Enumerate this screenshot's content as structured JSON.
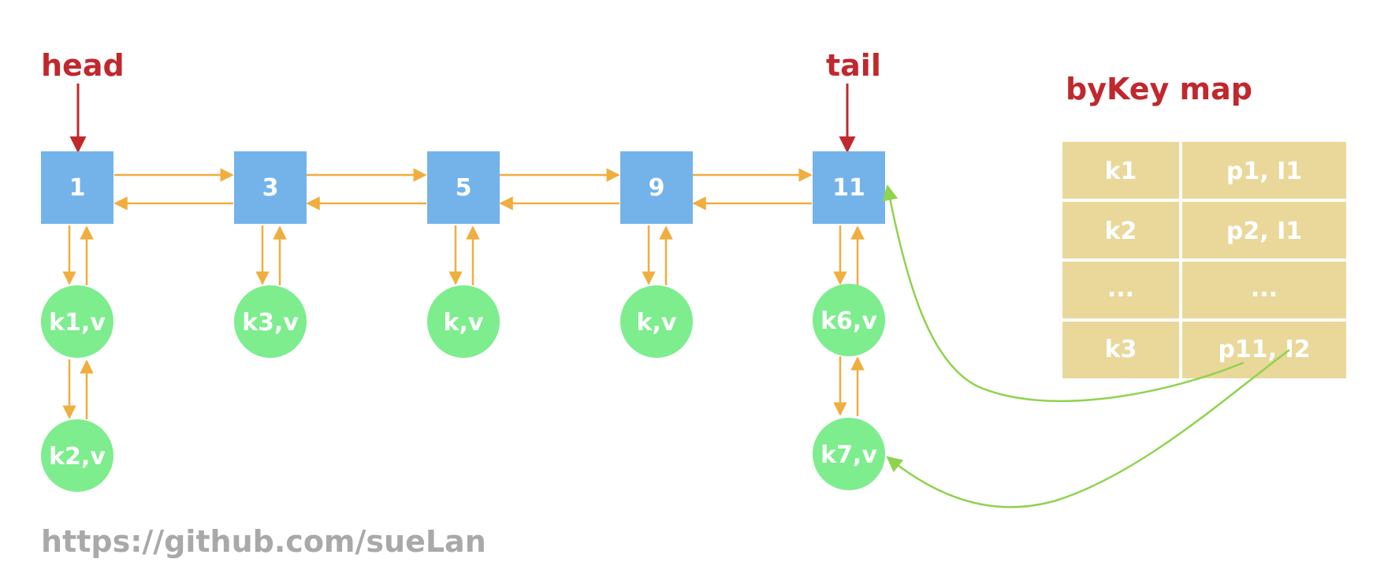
{
  "pointers": {
    "head": "head",
    "tail": "tail"
  },
  "skiplist": {
    "nodes": [
      "1",
      "3",
      "5",
      "9",
      "11"
    ],
    "elements": [
      "k1,v",
      "k2,v",
      "k3,v",
      "k,v",
      "k,v",
      "k6,v",
      "k7,v"
    ]
  },
  "bykey_map": {
    "title": "byKey map",
    "rows": [
      {
        "key": "k1",
        "value": "p1, I1"
      },
      {
        "key": "k2",
        "value": "p2, I1"
      },
      {
        "key": "...",
        "value": "..."
      },
      {
        "key": "k3",
        "value": "p11, I2"
      }
    ]
  },
  "footer_url": "https://github.com/sueLan",
  "colors": {
    "node_fill": "#74b3ea",
    "element_fill": "#7ded8e",
    "link_arrow": "#f0ae3f",
    "pointer_arrow": "#c0282e",
    "map_cell": "#e9d89a",
    "map_arrow": "#8fd34e"
  }
}
